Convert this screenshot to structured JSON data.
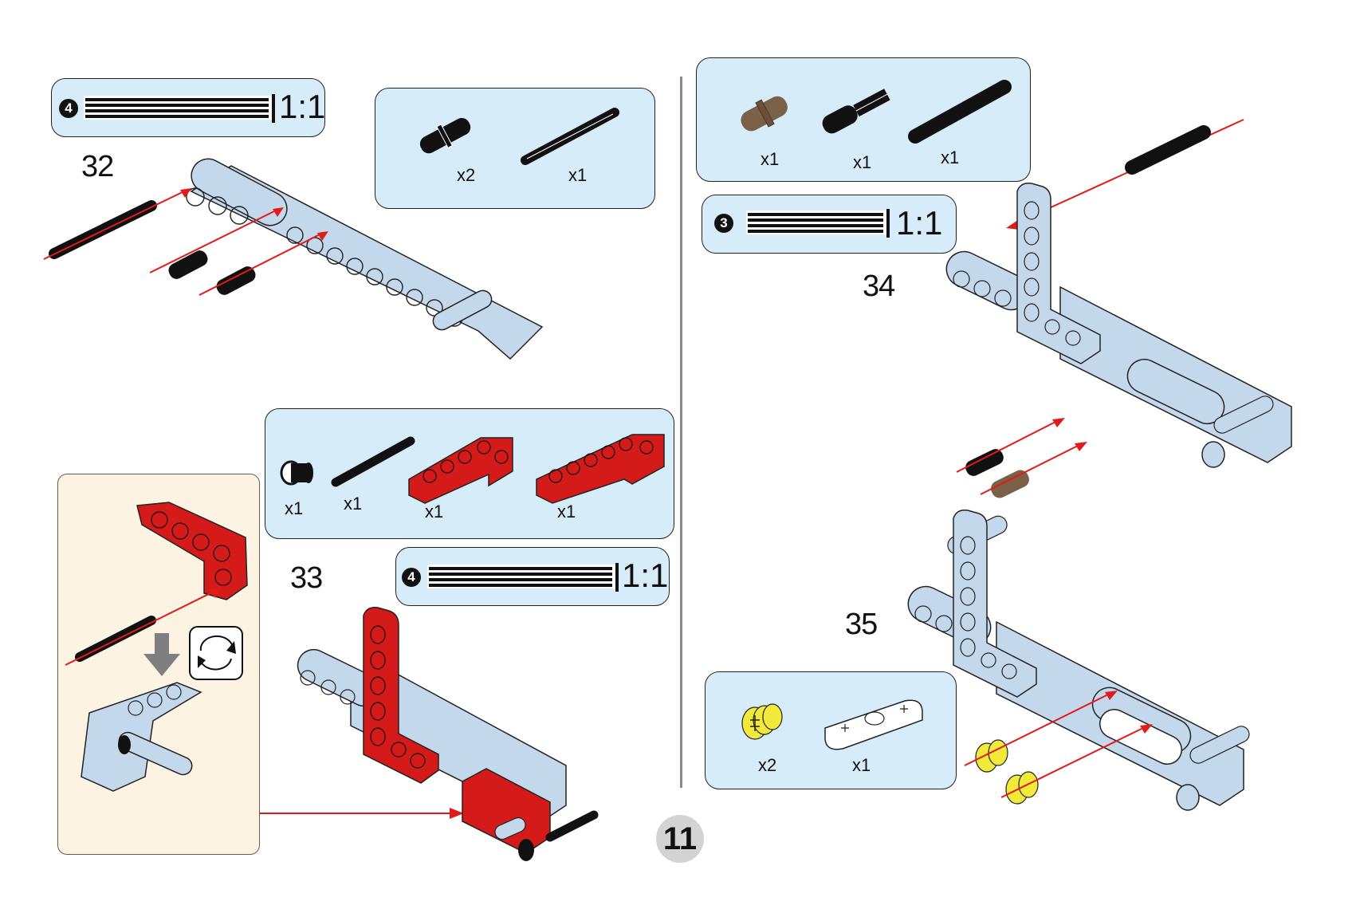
{
  "page": {
    "number": "11"
  },
  "colors": {
    "panel_bg": "#d6ecf9",
    "cream_bg": "#fcf3e2",
    "beam_light_gray": "#c4d8ec",
    "beam_red": "#d51a1a",
    "pin_black": "#111111",
    "pin_tan": "#7a6046",
    "bush_yellow": "#f2ea3a",
    "arrow_red": "#e11a1a",
    "divider_gray": "#8a8a8a"
  },
  "steps": [
    {
      "number": "32",
      "axle_gauge": {
        "length_badge": "4",
        "scale": "1:1"
      },
      "parts": [
        {
          "name": "black-friction-pin",
          "icon": "pin-icon",
          "qty": "x2"
        },
        {
          "name": "black-axle",
          "icon": "axle-icon",
          "qty": "x1"
        }
      ]
    },
    {
      "number": "33",
      "axle_gauge": {
        "length_badge": "4",
        "scale": "1:1"
      },
      "parts": [
        {
          "name": "black-bush",
          "icon": "bush-icon",
          "qty": "x1"
        },
        {
          "name": "black-axle",
          "icon": "axle-icon",
          "qty": "x1"
        },
        {
          "name": "red-l-beam-3x5",
          "icon": "l-beam-icon",
          "qty": "x1"
        },
        {
          "name": "red-l-beam-4x6",
          "icon": "l-beam-icon",
          "qty": "x1"
        }
      ],
      "sub_assembly": {
        "rotate_icon": "rotate-icon",
        "direction_arrow": "down-arrow-icon"
      }
    },
    {
      "number": "34",
      "axle_gauge": {
        "length_badge": "3",
        "scale": "1:1"
      },
      "parts": [
        {
          "name": "tan-pin",
          "icon": "pin-icon",
          "qty": "x1"
        },
        {
          "name": "black-axle-pin",
          "icon": "axle-pin-icon",
          "qty": "x1"
        },
        {
          "name": "black-axle",
          "icon": "axle-icon",
          "qty": "x1"
        }
      ]
    },
    {
      "number": "35",
      "parts": [
        {
          "name": "yellow-half-bush",
          "icon": "bush-icon",
          "qty": "x2"
        },
        {
          "name": "white-thin-beam-3",
          "icon": "thin-beam-icon",
          "qty": "x1"
        }
      ]
    }
  ]
}
